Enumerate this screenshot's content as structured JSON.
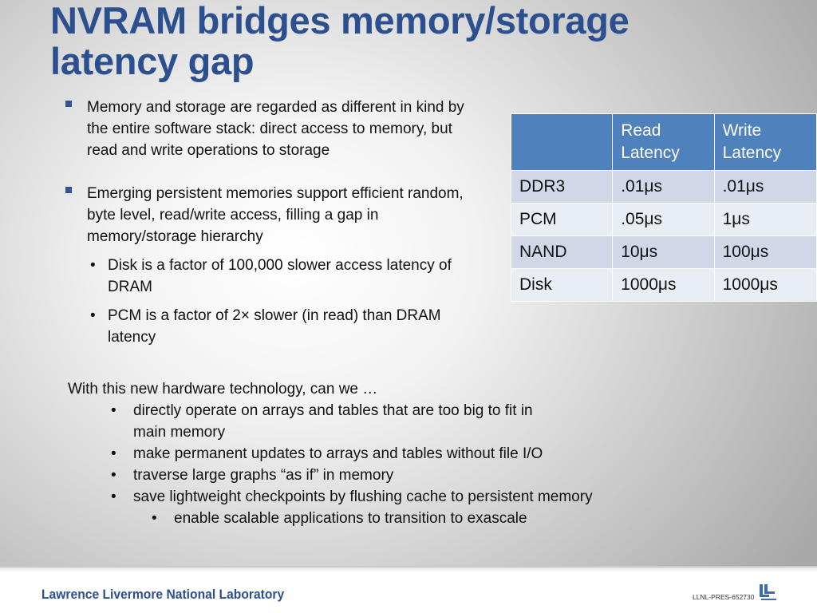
{
  "slide": {
    "title_lines": [
      "NVRAM bridges memory/storage",
      "latency gap"
    ],
    "bullets": [
      {
        "text": "Memory and storage are regarded as different in kind by the entire software stack: direct access to memory, but read and write operations to storage"
      },
      {
        "text": "Emerging persistent memories support efficient random, byte level, read/write access, filling a gap in memory/storage hierarchy",
        "sub": [
          "Disk is a factor of 100,000 slower access latency of DRAM",
          "PCM is a factor of 2× slower (in read) than DRAM latency"
        ]
      }
    ],
    "question": "With this new hardware technology, can we …",
    "question_items": [
      "directly operate on arrays and tables that are too big to fit in main memory",
      "make permanent updates to arrays and tables without file I/O",
      "traverse large graphs “as if” in memory",
      "save lightweight checkpoints by flushing cache to persistent memory"
    ],
    "question_subitem": "enable scalable applications to transition to exascale"
  },
  "table": {
    "headers": [
      "",
      "Read Latency",
      "Write Latency"
    ],
    "rows": [
      [
        "DDR3",
        ".01μs",
        ".01μs"
      ],
      [
        "PCM",
        ".05μs",
        "1μs"
      ],
      [
        "NAND",
        "10μs",
        "100μs"
      ],
      [
        "Disk",
        "1000μs",
        "1000μs"
      ]
    ]
  },
  "footer": {
    "lab": "Lawrence Livermore National Laboratory",
    "doc_id": "LLNL-PRES-652730"
  },
  "colors": {
    "title": "#2c4f8f",
    "table_header": "#4f81bd",
    "table_row_odd": "#d0d8e8",
    "table_row_even": "#e9edf4",
    "bullet": "#2f5597"
  },
  "icons": {
    "logo": "llnl-logo-icon"
  }
}
